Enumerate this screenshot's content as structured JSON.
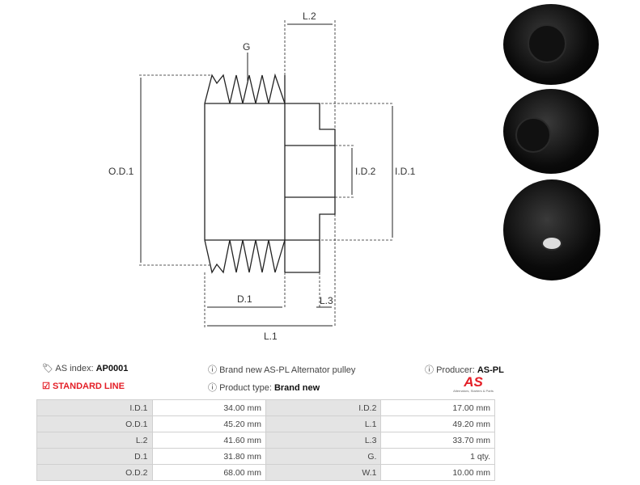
{
  "diagram": {
    "labels": {
      "g": "G",
      "l2": "L.2",
      "od1": "O.D.1",
      "id2": "I.D.2",
      "id1": "I.D.1",
      "d1": "D.1",
      "l3": "L.3",
      "l1": "L.1"
    }
  },
  "info": {
    "as_index_label": "AS index:",
    "as_index_value": "AP0001",
    "line": "STANDARD LINE",
    "description": "Brand new AS-PL Alternator pulley",
    "product_type_label": "Product type:",
    "product_type_value": "Brand new",
    "producer_label": "Producer:",
    "producer_value": "AS-PL",
    "logo_text": "AS",
    "logo_subtitle": "Alternators, Starters & Parts"
  },
  "specs": [
    [
      "I.D.1",
      "34.00 mm",
      "I.D.2",
      "17.00 mm"
    ],
    [
      "O.D.1",
      "45.20 mm",
      "L.1",
      "49.20 mm"
    ],
    [
      "L.2",
      "41.60 mm",
      "L.3",
      "33.70 mm"
    ],
    [
      "D.1",
      "31.80 mm",
      "G.",
      "1 qty."
    ],
    [
      "O.D.2",
      "68.00 mm",
      "W.1",
      "10.00 mm"
    ]
  ],
  "colors": {
    "accent": "#e41e26"
  }
}
